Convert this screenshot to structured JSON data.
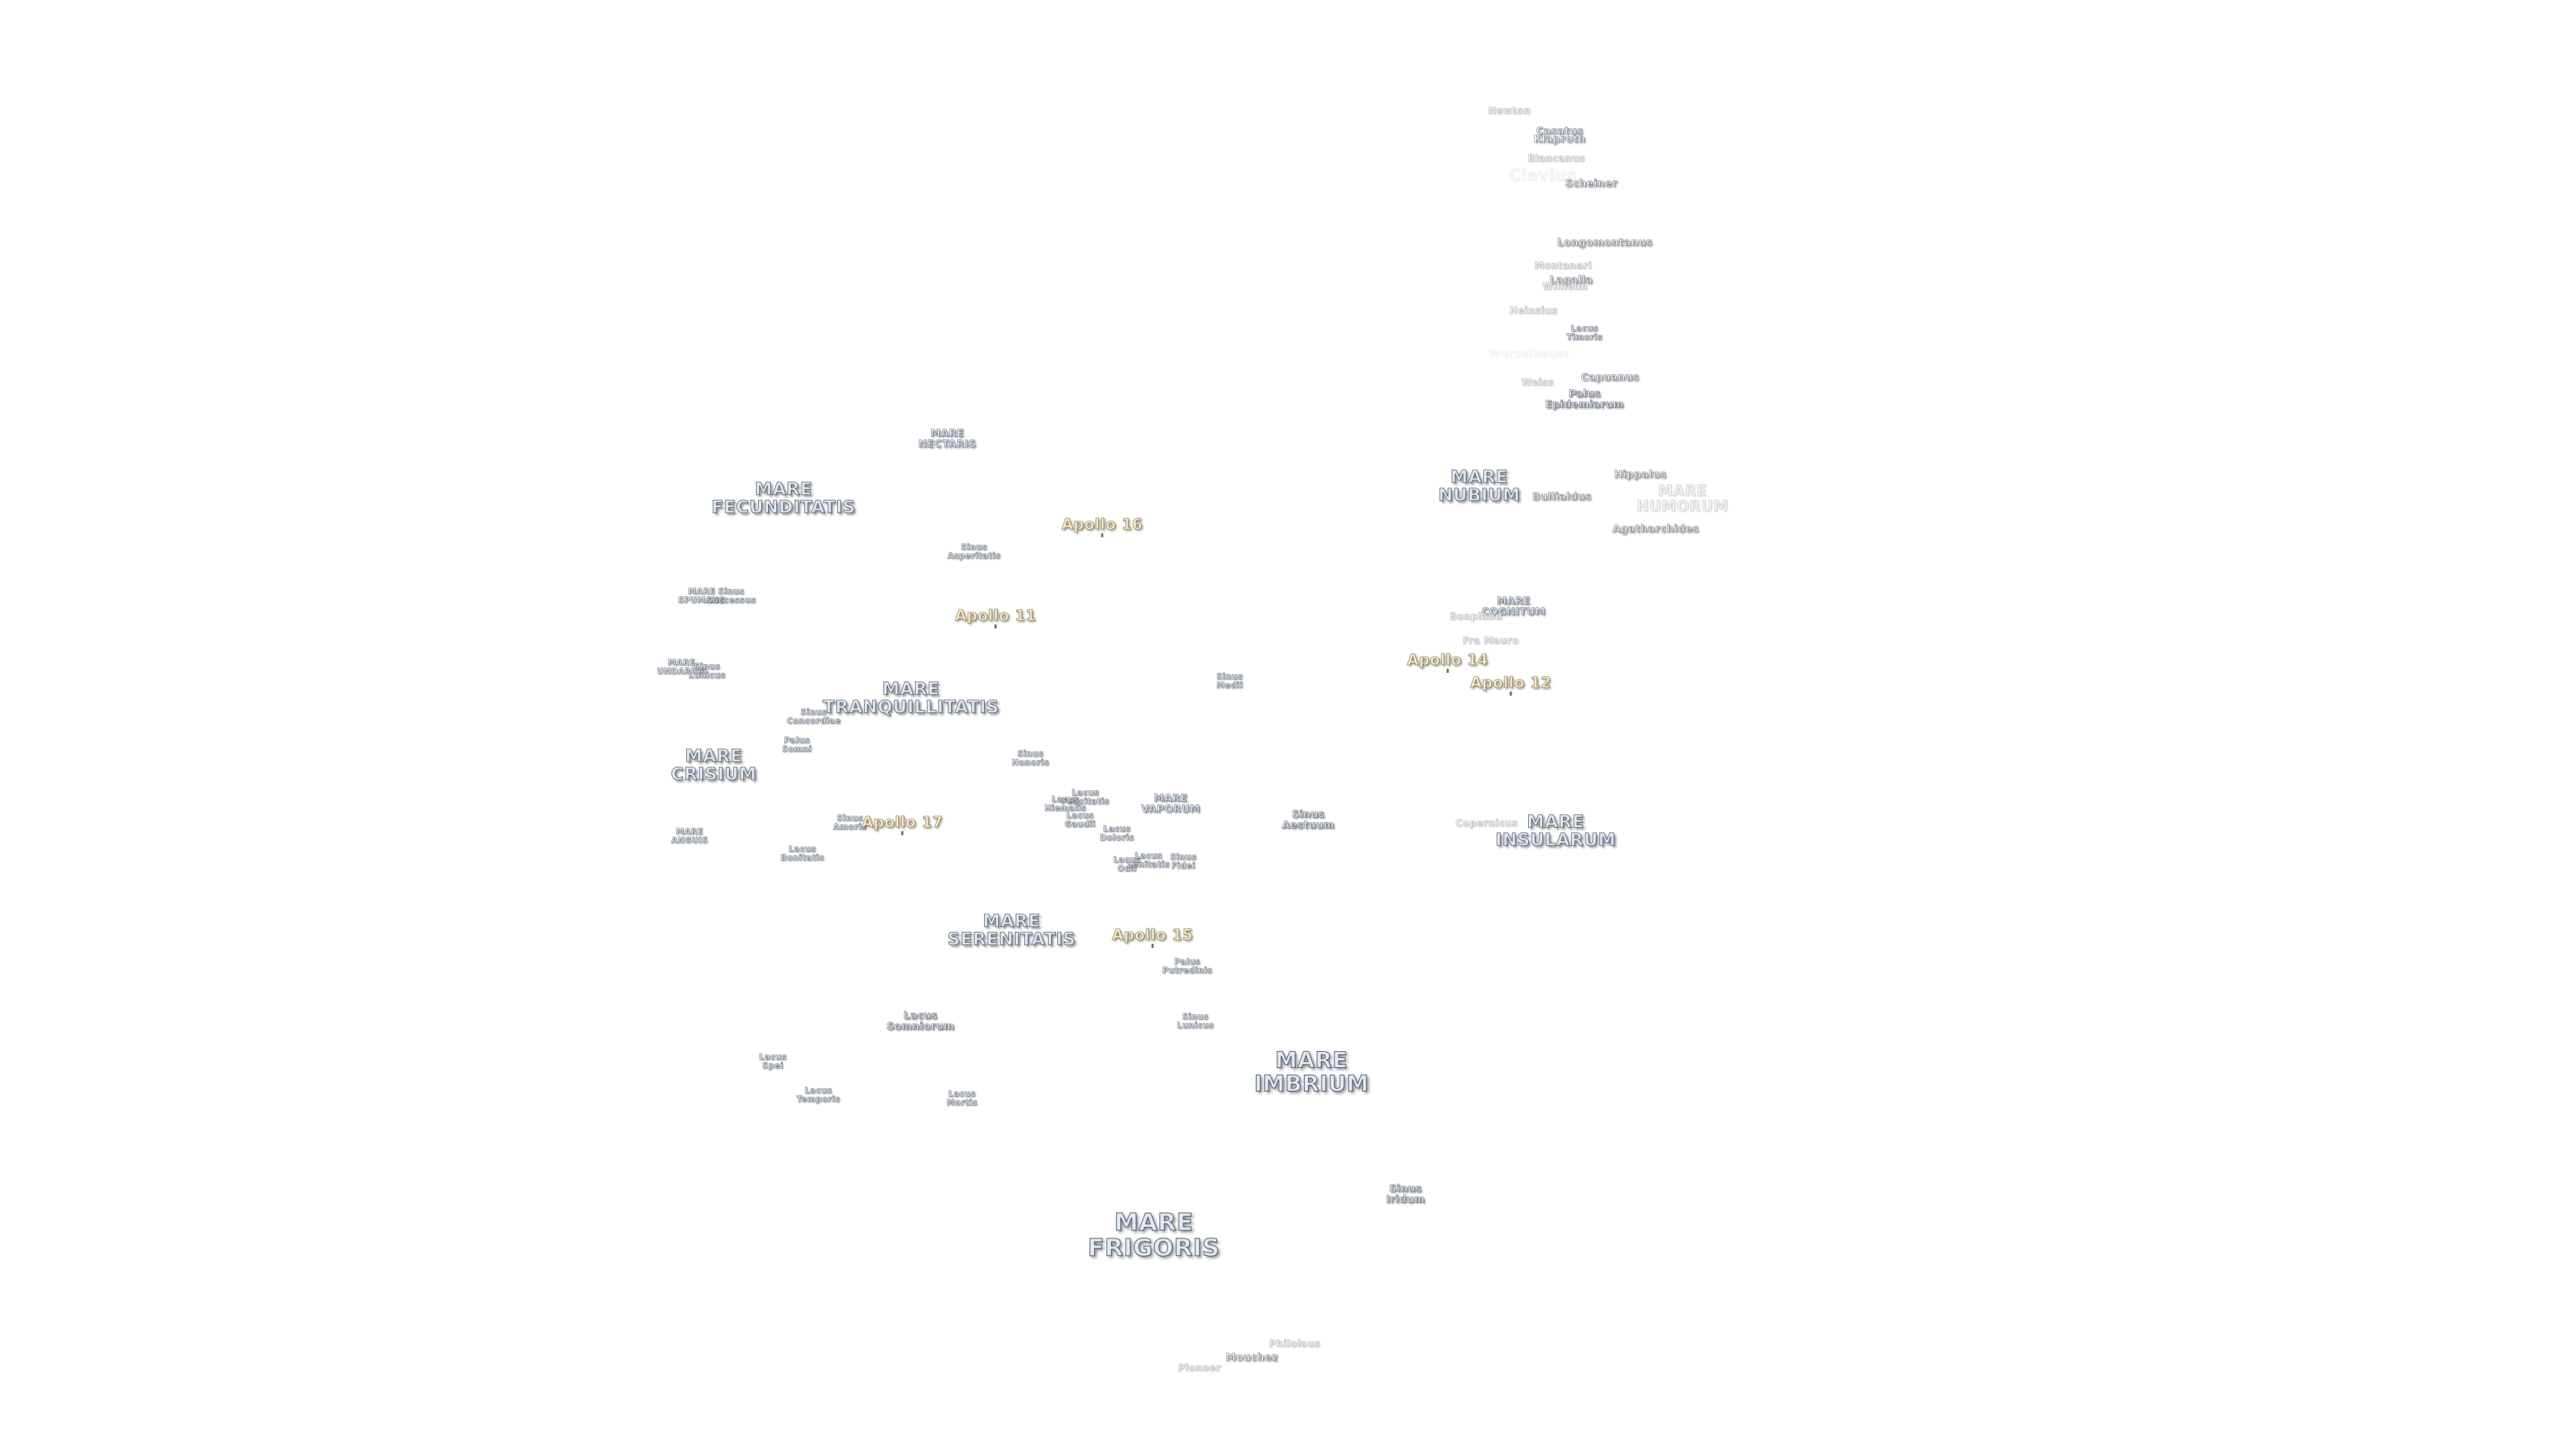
{
  "map": {
    "labels": [
      {
        "id": "newton",
        "text": "Newton",
        "kind": "crater"
      },
      {
        "id": "casatus",
        "text": "Casatus",
        "kind": "crater-d"
      },
      {
        "id": "klaproth",
        "text": "Klaproth",
        "kind": "crater-d"
      },
      {
        "id": "blancanus",
        "text": "Blancanus",
        "kind": "crater"
      },
      {
        "id": "clavius",
        "text": "Clavius",
        "kind": "faint-l"
      },
      {
        "id": "scheiner",
        "text": "Scheiner",
        "kind": "crater-d"
      },
      {
        "id": "longomontanus",
        "text": "Longomontanus",
        "kind": "crater-d"
      },
      {
        "id": "montanari",
        "text": "Montanari",
        "kind": "crater"
      },
      {
        "id": "lagalla",
        "text": "Lagalla",
        "kind": "crater-d"
      },
      {
        "id": "wilhelm",
        "text": "Wilhelm",
        "kind": "crater"
      },
      {
        "id": "heinsius",
        "text": "Heinsius",
        "kind": "crater"
      },
      {
        "id": "lacus-timoris",
        "text": "Lacus\nTimoris",
        "kind": "feat-s"
      },
      {
        "id": "wurzelbauer",
        "text": "Wurzelbauer",
        "kind": "faint"
      },
      {
        "id": "capuanus",
        "text": "Capuanus",
        "kind": "crater-d"
      },
      {
        "id": "weiss",
        "text": "Weiss",
        "kind": "crater"
      },
      {
        "id": "palus-epidemiarum",
        "text": "Palus\nEpidemiarum",
        "kind": "feat"
      },
      {
        "id": "mare-nectaris",
        "text": "MARE\nNECTARIS",
        "kind": "mare-s"
      },
      {
        "id": "mare-nubium",
        "text": "MARE\nNUBIUM",
        "kind": "mare"
      },
      {
        "id": "hippalus",
        "text": "Hippalus",
        "kind": "crater-d"
      },
      {
        "id": "mare-humorum",
        "text": "MARE\nHUMORUM",
        "kind": "mare-faint"
      },
      {
        "id": "bullialdus",
        "text": "Bullialdus",
        "kind": "crater-d"
      },
      {
        "id": "agatharchides",
        "text": "Agatharchides",
        "kind": "crater-d"
      },
      {
        "id": "mare-fecunditatis",
        "text": "MARE\nFECUNDITATIS",
        "kind": "mare"
      },
      {
        "id": "apollo-16",
        "text": "Apollo 16",
        "kind": "apollo"
      },
      {
        "id": "sinus-asperitatis",
        "text": "Sinus\nAsperitatis",
        "kind": "feat-s"
      },
      {
        "id": "mare-spumans",
        "text": "MARE\nSPUMANS",
        "kind": "feat-s"
      },
      {
        "id": "sinus-successus",
        "text": "Sinus\nSuccessus",
        "kind": "feat-s"
      },
      {
        "id": "apollo-11",
        "text": "Apollo 11",
        "kind": "apollo"
      },
      {
        "id": "mare-cognitum",
        "text": "MARE\nCOGNITUM",
        "kind": "mare-s"
      },
      {
        "id": "fra-mauro",
        "text": "Fra Mauro",
        "kind": "crater"
      },
      {
        "id": "bonpland",
        "text": "Bonpland",
        "kind": "crater"
      },
      {
        "id": "apollo-14",
        "text": "Apollo 14",
        "kind": "apollo"
      },
      {
        "id": "apollo-12",
        "text": "Apollo 12",
        "kind": "apollo"
      },
      {
        "id": "mare-undarum",
        "text": "MARE\nUNDARUM",
        "kind": "feat-s"
      },
      {
        "id": "sinus-lunicus",
        "text": "Sinus\nLunicus",
        "kind": "feat-s"
      },
      {
        "id": "mare-tranquillitatis",
        "text": "MARE\nTRANQUILLITATIS",
        "kind": "mare"
      },
      {
        "id": "sinus-medii",
        "text": "Sinus\nMedii",
        "kind": "feat-s"
      },
      {
        "id": "sinus-concordiae",
        "text": "Sinus\nConcordiae",
        "kind": "feat-s"
      },
      {
        "id": "palus-somni",
        "text": "Palus\nSomni",
        "kind": "feat-s"
      },
      {
        "id": "mare-crisium",
        "text": "MARE\nCRISIUM",
        "kind": "mare"
      },
      {
        "id": "sinus-honoris",
        "text": "Sinus\nHonoris",
        "kind": "feat-s"
      },
      {
        "id": "lacus-felicitatis",
        "text": "Lacus\nFelicitatis",
        "kind": "feat-s"
      },
      {
        "id": "lacus-hiemalis",
        "text": "Lacus\nHiemalis",
        "kind": "feat-s"
      },
      {
        "id": "lacus-gaudii",
        "text": "Lacus\nGaudii",
        "kind": "feat-s"
      },
      {
        "id": "mare-vaporum",
        "text": "MARE\nVAPORUM",
        "kind": "mare-s"
      },
      {
        "id": "sinus-aestuum",
        "text": "Sinus\nAestuum",
        "kind": "feat"
      },
      {
        "id": "sinus-amoris",
        "text": "Sinus\nAmoris",
        "kind": "feat-s"
      },
      {
        "id": "apollo-17",
        "text": "Apollo 17",
        "kind": "apollo"
      },
      {
        "id": "lacus-doloris",
        "text": "Lacus\nDoloris",
        "kind": "feat-s"
      },
      {
        "id": "copernicus",
        "text": "Copernicus",
        "kind": "crater"
      },
      {
        "id": "mare-insularum",
        "text": "MARE\nINSULARUM",
        "kind": "mare"
      },
      {
        "id": "mare-anguis",
        "text": "MARE\nANGUIS",
        "kind": "feat-s"
      },
      {
        "id": "lacus-bonitatis",
        "text": "Lacus\nBonitatis",
        "kind": "feat-s"
      },
      {
        "id": "lacus-odii",
        "text": "Lacus\nOdii",
        "kind": "feat-s"
      },
      {
        "id": "lacus-lenitatis",
        "text": "Lacus\nLenitatis",
        "kind": "feat-s"
      },
      {
        "id": "sinus-fidei",
        "text": "Sinus\nFidei",
        "kind": "feat-s"
      },
      {
        "id": "mare-serenitatis",
        "text": "MARE\nSERENITATIS",
        "kind": "mare"
      },
      {
        "id": "apollo-15",
        "text": "Apollo 15",
        "kind": "apollo"
      },
      {
        "id": "palus-putredinis",
        "text": "Palus\nPutredinis",
        "kind": "feat-s"
      },
      {
        "id": "lacus-somniorum",
        "text": "Lacus\nSomniorum",
        "kind": "feat"
      },
      {
        "id": "sinus-lunicus-2",
        "text": "Sinus\nLunicus",
        "kind": "feat-s"
      },
      {
        "id": "mare-imbrium",
        "text": "MARE\nIMBRIUM",
        "kind": "mare-l"
      },
      {
        "id": "lacus-spei",
        "text": "Lacus\nSpei",
        "kind": "feat-s"
      },
      {
        "id": "lacus-temporis",
        "text": "Lacus\nTemporis",
        "kind": "feat-s"
      },
      {
        "id": "lacus-mortis",
        "text": "Lacus\nMortis",
        "kind": "feat-s"
      },
      {
        "id": "sinus-iridum",
        "text": "Sinus\nIridum",
        "kind": "feat"
      },
      {
        "id": "mare-frigoris",
        "text": "MARE\nFRIGORIS",
        "kind": "mare-xl"
      },
      {
        "id": "philolaus",
        "text": "Philolaus",
        "kind": "crater"
      },
      {
        "id": "mouchez",
        "text": "Mouchez",
        "kind": "crater-d"
      },
      {
        "id": "pioneer",
        "text": "Pioneer",
        "kind": "crater"
      }
    ]
  }
}
